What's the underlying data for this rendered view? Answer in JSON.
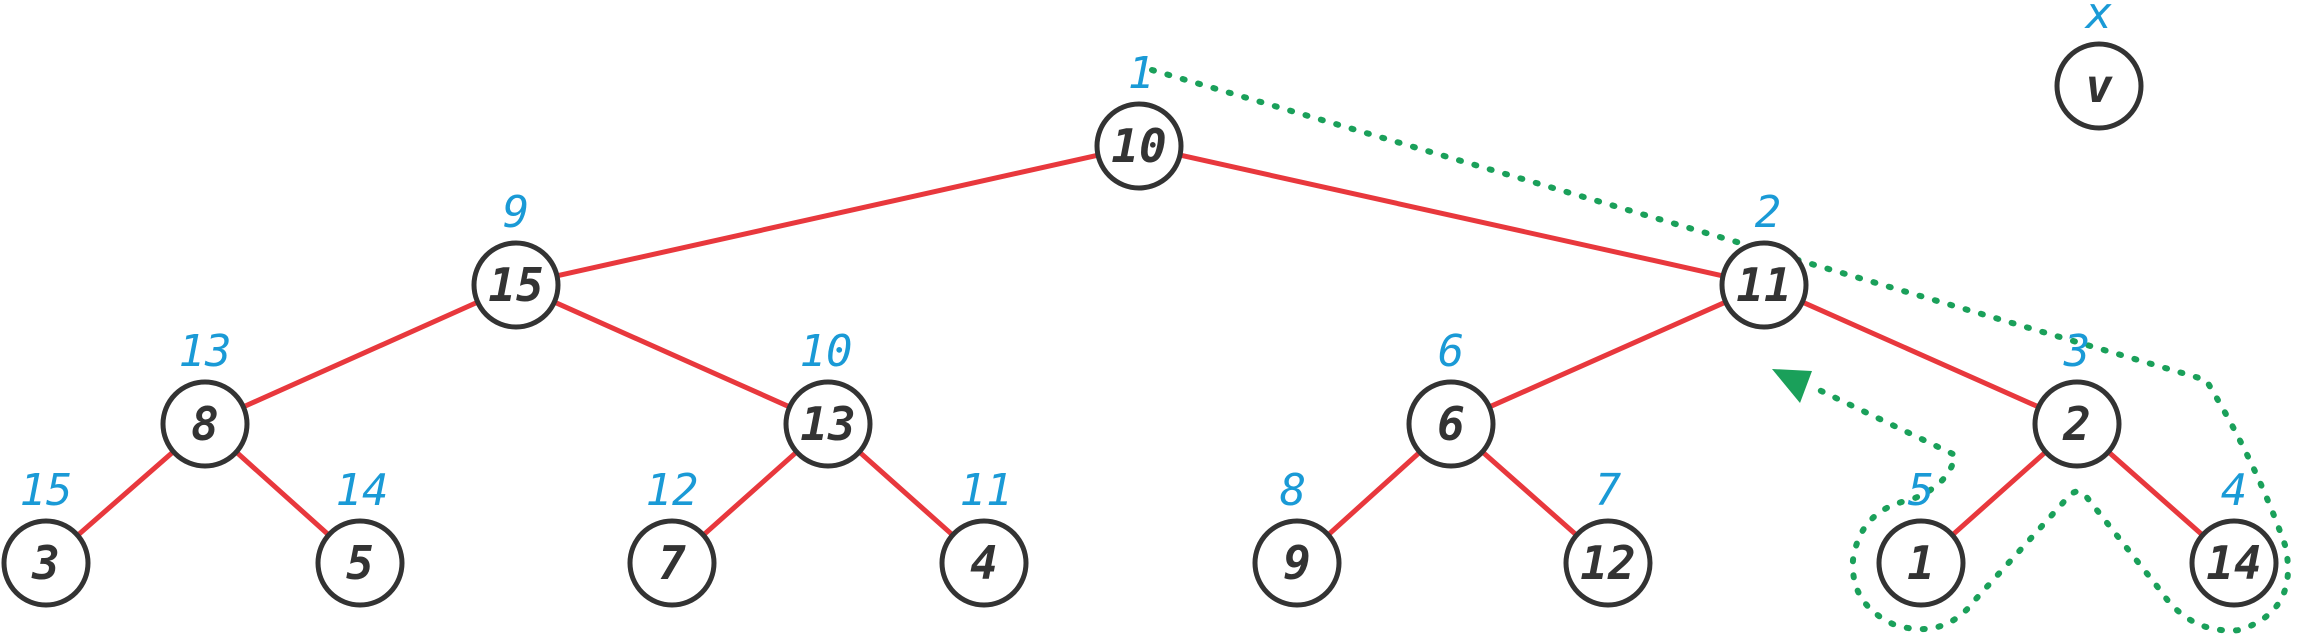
{
  "colors": {
    "edge": "#e8383d",
    "order_label": "#1a9ad6",
    "traversal_path": "#1aa05a",
    "node_stroke": "#333333",
    "node_text": "#333333"
  },
  "tree": {
    "nodes": [
      {
        "id": "n0",
        "value": "10",
        "order": "1"
      },
      {
        "id": "n1",
        "value": "15",
        "order": "9"
      },
      {
        "id": "n2",
        "value": "11",
        "order": "2"
      },
      {
        "id": "n3",
        "value": "8",
        "order": "13"
      },
      {
        "id": "n4",
        "value": "13",
        "order": "10"
      },
      {
        "id": "n5",
        "value": "6",
        "order": "6"
      },
      {
        "id": "n6",
        "value": "2",
        "order": "3"
      },
      {
        "id": "n7",
        "value": "3",
        "order": "15"
      },
      {
        "id": "n8",
        "value": "5",
        "order": "14"
      },
      {
        "id": "n9",
        "value": "7",
        "order": "12"
      },
      {
        "id": "n10",
        "value": "4",
        "order": "11"
      },
      {
        "id": "n11",
        "value": "9",
        "order": "8"
      },
      {
        "id": "n12",
        "value": "12",
        "order": "7"
      },
      {
        "id": "n13",
        "value": "1",
        "order": "5"
      },
      {
        "id": "n14",
        "value": "14",
        "order": "4"
      }
    ],
    "edges": [
      [
        "n0",
        "n1"
      ],
      [
        "n0",
        "n2"
      ],
      [
        "n1",
        "n3"
      ],
      [
        "n1",
        "n4"
      ],
      [
        "n2",
        "n5"
      ],
      [
        "n2",
        "n6"
      ],
      [
        "n3",
        "n7"
      ],
      [
        "n3",
        "n8"
      ],
      [
        "n4",
        "n9"
      ],
      [
        "n4",
        "n10"
      ],
      [
        "n5",
        "n11"
      ],
      [
        "n5",
        "n12"
      ],
      [
        "n6",
        "n13"
      ],
      [
        "n6",
        "n14"
      ]
    ]
  },
  "legend": {
    "node_value": "v",
    "order_value": "x"
  }
}
